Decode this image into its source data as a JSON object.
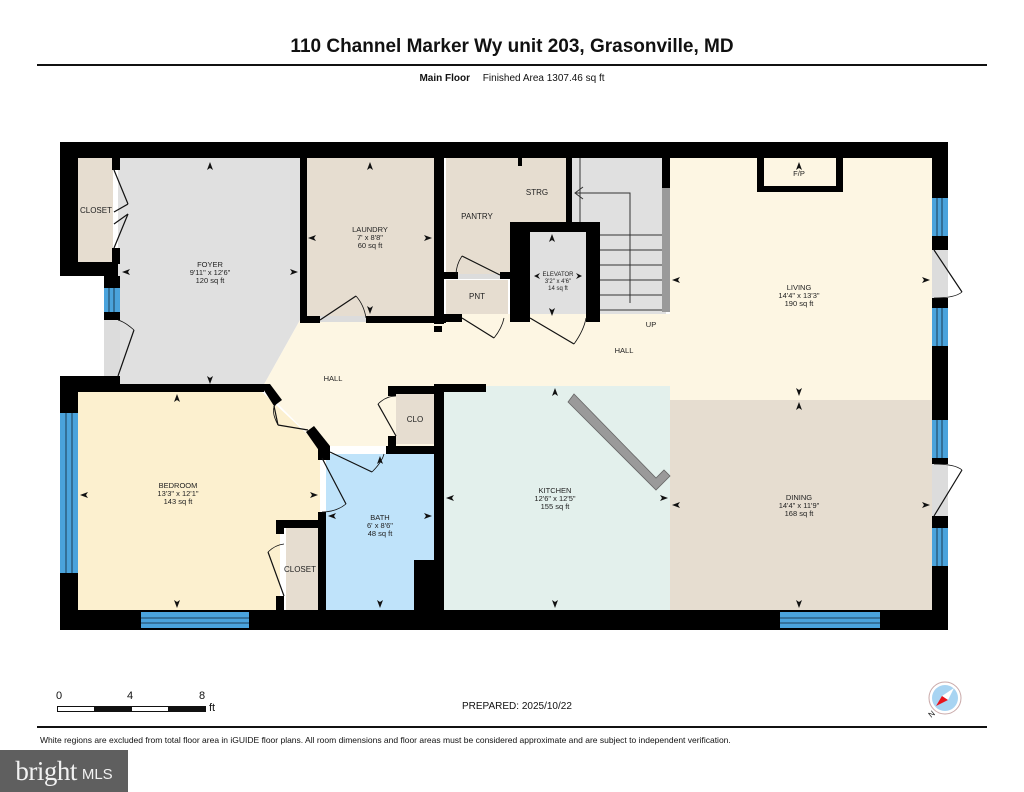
{
  "header": {
    "title": "110 Channel Marker Wy unit 203, Grasonville, MD",
    "floor_name": "Main Floor",
    "finished_area": "Finished Area 1307.46 sq ft"
  },
  "rooms": {
    "closet_foyer": {
      "name": "CLOSET"
    },
    "foyer": {
      "name": "FOYER",
      "dims": "9'11\" x 12'6\"",
      "area": "120 sq ft"
    },
    "laundry": {
      "name": "LAUNDRY",
      "dims": "7' x 8'8\"",
      "area": "60 sq ft"
    },
    "pantry": {
      "name": "PANTRY"
    },
    "pnt": {
      "name": "PNT"
    },
    "strg": {
      "name": "STRG"
    },
    "elevator": {
      "name": "ELEVATOR",
      "dims": "3'2\" x 4'6\"",
      "area": "14 sq ft"
    },
    "fireplace": {
      "name": "F/P"
    },
    "living": {
      "name": "LIVING",
      "dims": "14'4\" x 13'3\"",
      "area": "190 sq ft"
    },
    "stairs": {
      "name": "UP"
    },
    "hall_west": {
      "name": "HALL"
    },
    "hall_east": {
      "name": "HALL"
    },
    "clo": {
      "name": "CLO"
    },
    "bedroom": {
      "name": "BEDROOM",
      "dims": "13'3\" x 12'1\"",
      "area": "143 sq ft"
    },
    "bath": {
      "name": "BATH",
      "dims": "6' x 8'6\"",
      "area": "48 sq ft"
    },
    "closet_bedroom": {
      "name": "CLOSET"
    },
    "kitchen": {
      "name": "KITCHEN",
      "dims": "12'6\" x 12'5\"",
      "area": "155 sq ft"
    },
    "dining": {
      "name": "DINING",
      "dims": "14'4\" x 11'9\"",
      "area": "168 sq ft"
    }
  },
  "colors": {
    "wall": "#000000",
    "window": "#4aa3dc",
    "foyer": "#e0e0e0",
    "laundry": "#e6ddd0",
    "hall": "#fdf6e3",
    "bedroom": "#fcf0cf",
    "bath": "#bfe3fa",
    "kitchen": "#e3f0ec",
    "dining": "#e6ddd0",
    "stairs": "#e0e0e0"
  },
  "scale_bar": {
    "ticks": [
      "0",
      "4",
      "8"
    ],
    "unit": "ft"
  },
  "footer": {
    "prepared": "PREPARED: 2025/10/22",
    "disclaimer": "White regions are excluded from total floor area in iGUIDE floor plans. All room dimensions and floor areas must be considered approximate and are subject to independent verification.",
    "compass_label": "N",
    "logo_brand": "bright",
    "logo_suffix": "MLS"
  }
}
